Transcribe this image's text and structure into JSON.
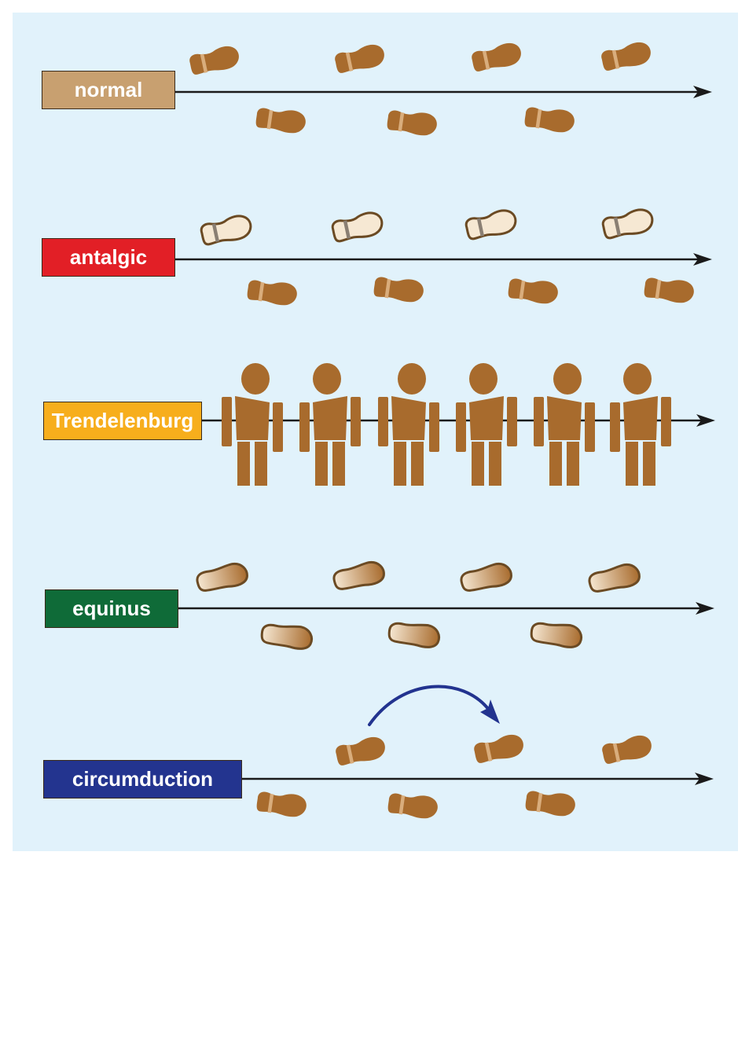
{
  "colors": {
    "background": "#e1f2fb",
    "footprint_dark": "#a86b2d",
    "footprint_light": "#f6e8d3",
    "footprint_outline": "#6b4a23",
    "heel_band": "#d9ad7c",
    "arrow": "#1a1a1a",
    "curved_arrow": "#22338f"
  },
  "rows": [
    {
      "id": "normal",
      "label": "normal",
      "color": "#c8a070"
    },
    {
      "id": "antalgic",
      "label": "antalgic",
      "color": "#e21f26"
    },
    {
      "id": "trendelenburg",
      "label": "Trendelenburg",
      "color": "#f7ae1c"
    },
    {
      "id": "equinus",
      "label": "equinus",
      "color": "#0f6b38"
    },
    {
      "id": "circumduction",
      "label": "circumduction",
      "color": "#23348f"
    }
  ],
  "icons": [
    "footprint-icon",
    "human-figure-icon",
    "curved-arrow-icon",
    "arrowhead-icon"
  ]
}
